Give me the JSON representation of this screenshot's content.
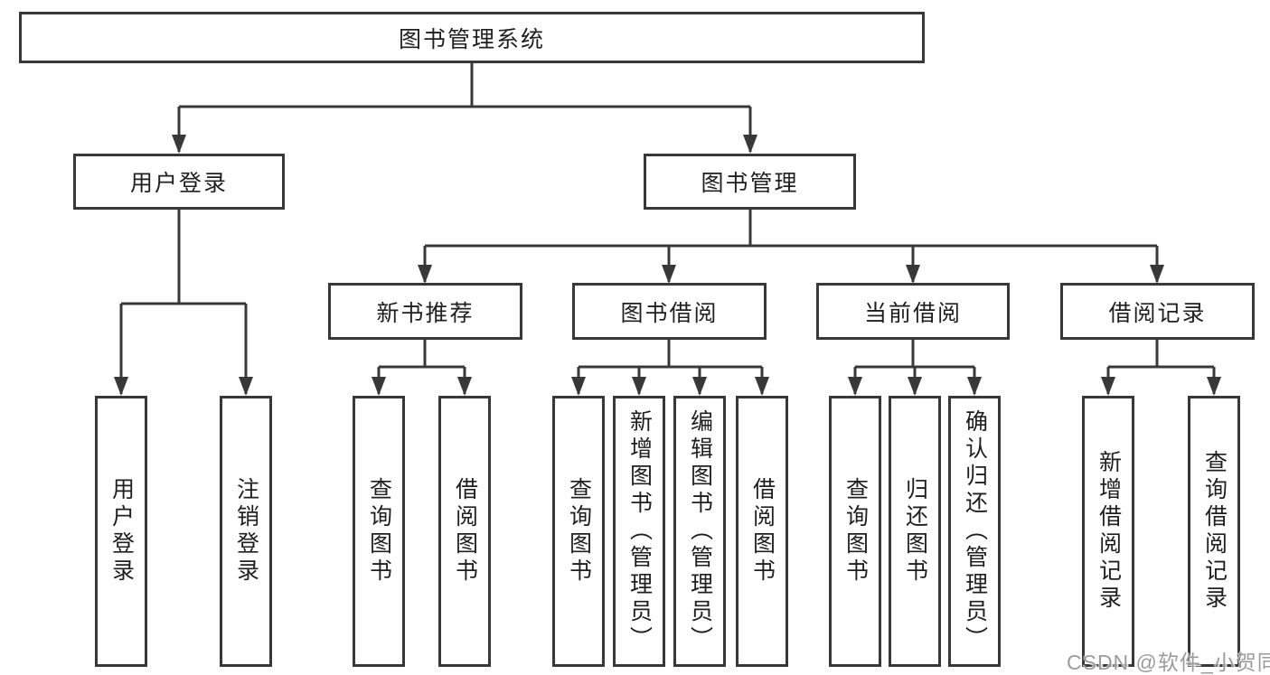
{
  "diagram": {
    "root": {
      "label": "图书管理系统"
    },
    "level2": [
      {
        "label": "用户登录"
      },
      {
        "label": "图书管理"
      }
    ],
    "level3": [
      {
        "label": "新书推荐"
      },
      {
        "label": "图书借阅"
      },
      {
        "label": "当前借阅"
      },
      {
        "label": "借阅记录"
      }
    ],
    "leaves": [
      {
        "label": "用户登录"
      },
      {
        "label": "注销登录"
      },
      {
        "label": "查询图书"
      },
      {
        "label": "借阅图书"
      },
      {
        "label": "查询图书"
      },
      {
        "label": "新增图书（管理员）"
      },
      {
        "label": "编辑图书（管理员）"
      },
      {
        "label": "借阅图书"
      },
      {
        "label": "查询图书"
      },
      {
        "label": "归还图书"
      },
      {
        "label": "确认归还（管理员）"
      },
      {
        "label": "新增借阅记录"
      },
      {
        "label": "查询借阅记录"
      }
    ]
  },
  "watermark": {
    "text": "CSDN @软件_小贺同学"
  },
  "colors": {
    "line": "#383838",
    "box_border": "#383838",
    "text": "#1f1f1f",
    "watermark": "#9b9b9b",
    "background": "#ffffff"
  }
}
